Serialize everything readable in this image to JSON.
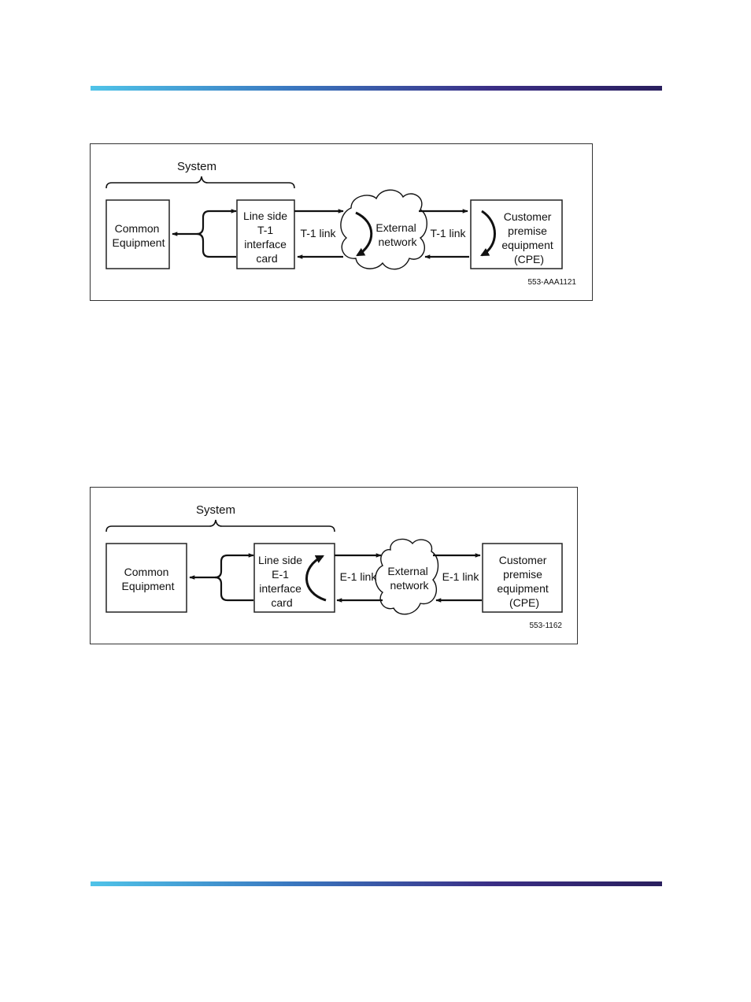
{
  "figure1": {
    "system_label": "System",
    "common_equipment": [
      "Common",
      "Equipment"
    ],
    "interface_card": [
      "Line side",
      "T-1",
      "interface",
      "card"
    ],
    "link_left": "T-1 link",
    "network": [
      "External",
      "network"
    ],
    "link_right": "T-1 link",
    "cpe": [
      "Customer",
      "premise",
      "equipment",
      "(CPE)"
    ],
    "figure_id": "553-AAA1121"
  },
  "figure2": {
    "system_label": "System",
    "common_equipment": [
      "Common",
      "Equipment"
    ],
    "interface_card": [
      "Line side",
      "E-1",
      "interface",
      "card"
    ],
    "link_left": "E-1 link",
    "network": [
      "External",
      "network"
    ],
    "link_right": "E-1 link",
    "cpe": [
      "Customer",
      "premise",
      "equipment",
      "(CPE)"
    ],
    "figure_id": "553-1162"
  }
}
